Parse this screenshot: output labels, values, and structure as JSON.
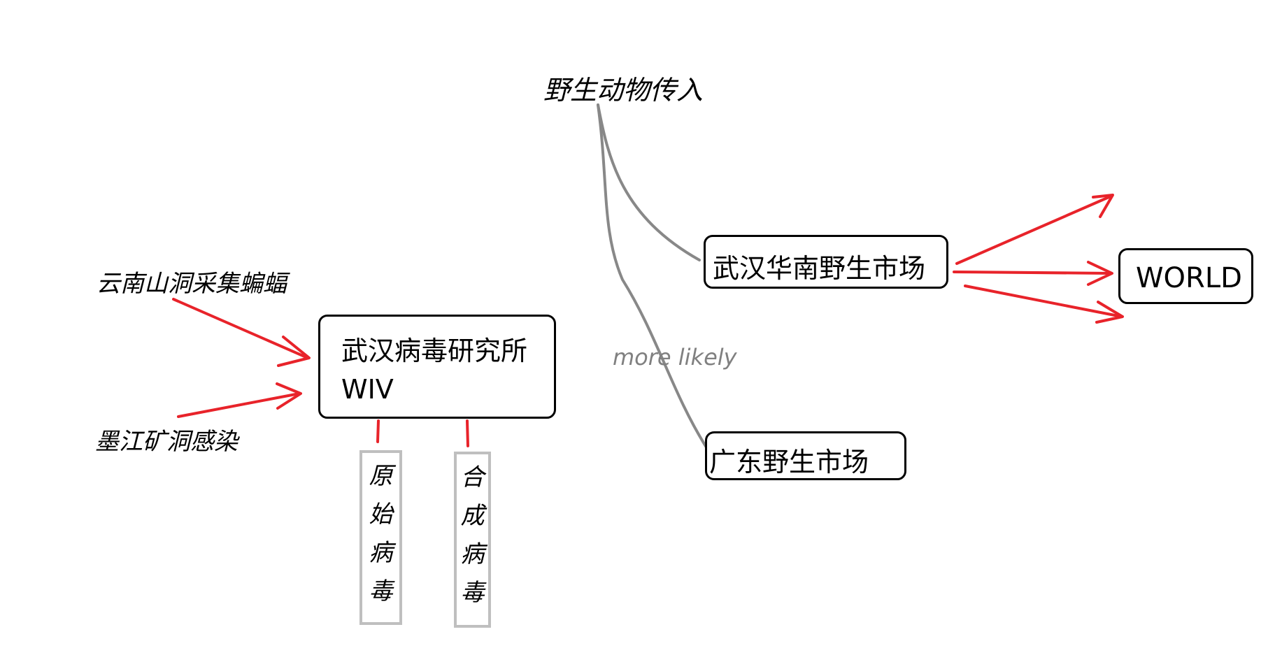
{
  "nodes": {
    "wildlife_origin": "野生动物传入",
    "yunnan_bats": "云南山洞采集蝙蝠",
    "mojiang_mine": "墨江矿洞感染",
    "wiv_name": "武汉病毒研究所",
    "wiv_abbr": "WIV",
    "huanan_market": "武汉华南野生市场",
    "guangdong_market": "广东野生市场",
    "world": "WORLD",
    "more_likely": "more likely",
    "original_virus": [
      "原",
      "始",
      "病",
      "毒"
    ],
    "synthetic_virus": [
      "合",
      "成",
      "病",
      "毒"
    ]
  },
  "colors": {
    "arrow_red": "#e8232a",
    "connector_gray": "#888888",
    "box_border": "#000000",
    "vertical_box_border": "#bfbfbf",
    "more_likely_text": "#808080"
  }
}
